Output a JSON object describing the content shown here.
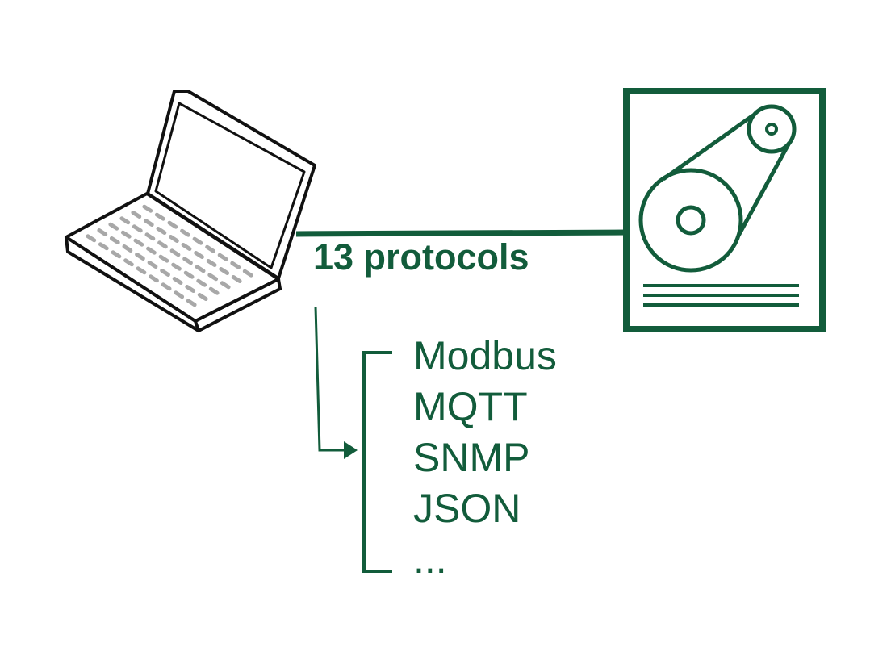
{
  "colors": {
    "accent": "#125c3b",
    "laptop_outline": "#111111",
    "keyboard_keys": "#a8a8a8",
    "background": "#ffffff"
  },
  "icons": {
    "client": "laptop-icon",
    "device": "machine-belt-drive-icon",
    "arrow": "arrow-right-icon"
  },
  "connection": {
    "label": "13 protocols"
  },
  "protocols": {
    "items": [
      "Modbus",
      "MQTT",
      "SNMP",
      "JSON",
      "..."
    ]
  }
}
